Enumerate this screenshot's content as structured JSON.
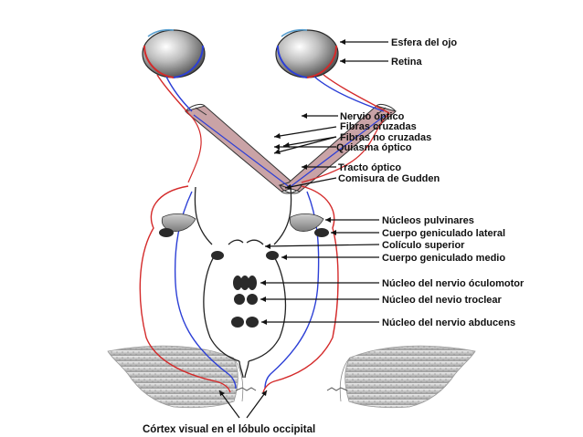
{
  "labels": {
    "esfera": "Esfera del ojo",
    "retina": "Retina",
    "nervio_optico": "Nervio óptico",
    "fibras_cruzadas": "Fibras cruzadas",
    "fibras_no_cruzadas": "Fibras no cruzadas",
    "quiasma": "Quiasma óptico",
    "tracto": "Tracto óptico",
    "gudden": "Comisura de Gudden",
    "pulvinares": "Núcleos pulvinares",
    "geniculado_lateral": "Cuerpo geniculado lateral",
    "coliculo": "Colículo superior",
    "geniculado_medio": "Cuerpo geniculado medio",
    "oculomotor": "Núcleo del nervio óculomotor",
    "troclear": "Núcleo del nevio troclear",
    "abducens": "Núcleo del nervio abducens",
    "cortex": "Córtex visual en el lóbulo occipital"
  },
  "colors": {
    "crossed_fibers": "#2c3fd6",
    "uncrossed_fibers": "#d42a2a",
    "chiasm_fill": "#c9a3a6",
    "eyeball_gray": "#8a8a8a",
    "cortex_gray": "#b8b8b8"
  }
}
